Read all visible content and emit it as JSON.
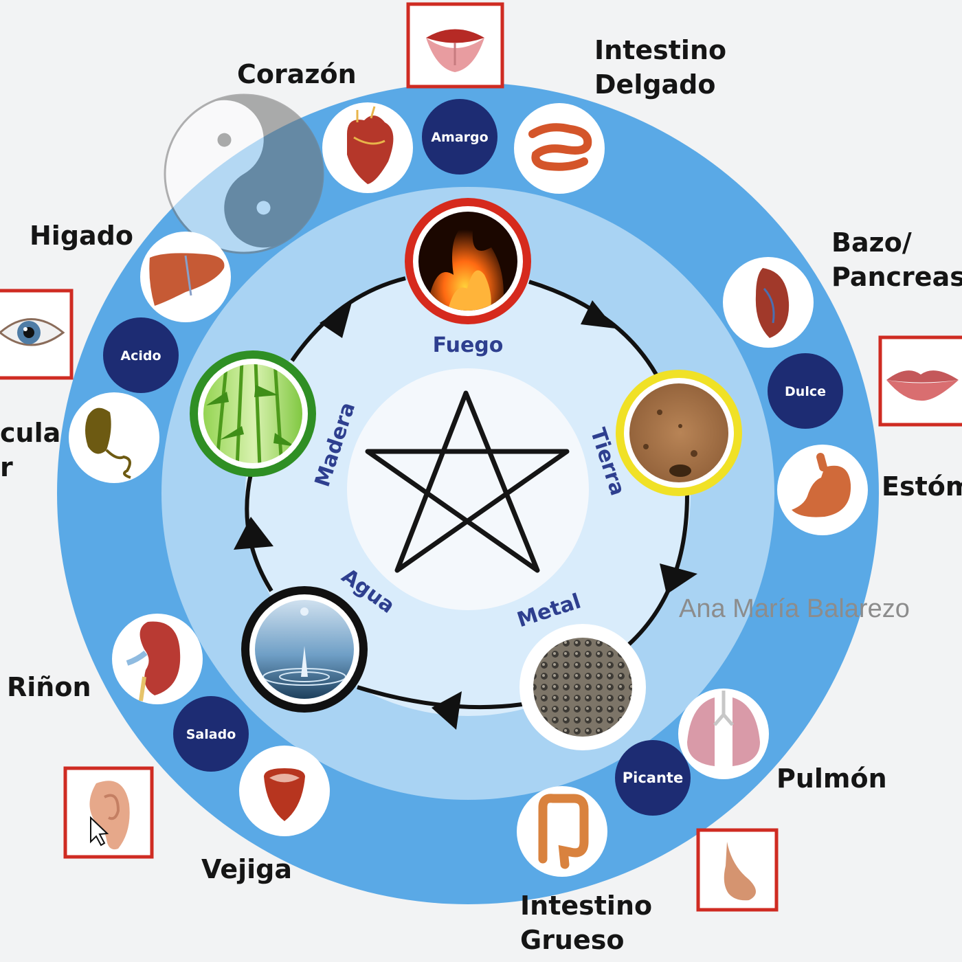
{
  "diagram": {
    "elements": [
      {
        "key": "fuego",
        "label": "Fuego",
        "ring_color": "#d62a1d"
      },
      {
        "key": "tierra",
        "label": "Tierra",
        "ring_color": "#f0e126"
      },
      {
        "key": "metal",
        "label": "Metal",
        "ring_color": "#ffffff"
      },
      {
        "key": "agua",
        "label": "Agua",
        "ring_color": "#111111"
      },
      {
        "key": "madera",
        "label": "Madera",
        "ring_color": "#2f8f24"
      }
    ],
    "tastes": {
      "amargo": "Amargo",
      "dulce": "Dulce",
      "picante": "Picante",
      "salado": "Salado",
      "acido": "Acido"
    },
    "organs": {
      "corazon": "Corazón",
      "intestino_delgado": "Intestino\nDelgado",
      "bazo": "Bazo/\nPancreas",
      "estomago": "Estóm",
      "pulmon": "Pulmón",
      "intestino_grueso": "Intestino\nGrueso",
      "vejiga": "Vejiga",
      "rinon": "Riñon",
      "vesicula": "cula\nr",
      "higado": "Higado"
    },
    "watermark": "Ana María Balarezo",
    "colors": {
      "outer_ring": "#5aa9e6",
      "middle_ring": "#a9d3f3",
      "inner_disc": "#d9ecfb",
      "center_disc": "#f4f8fc",
      "taste_badge": "#1d2c73",
      "element_text": "#2e3f8f",
      "sense_frame": "#cf2b22"
    },
    "icons": [
      "tongue-icon",
      "eye-icon",
      "lips-icon",
      "ear-icon",
      "nose-icon",
      "yin-yang-icon",
      "pentagram-icon"
    ]
  }
}
